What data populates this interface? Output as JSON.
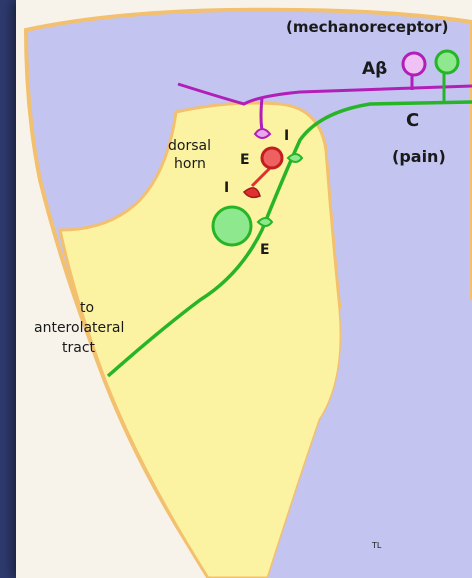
{
  "labels": {
    "mechanoreceptor": "(mechanoreceptor)",
    "a_beta": "Aβ",
    "c_fiber": "C",
    "pain": "(pain)",
    "dorsal": "dorsal",
    "horn": "horn",
    "excitatory_top": "E",
    "inhibitory_top": "I",
    "inhibitory_interneuron": "I",
    "excitatory_bottom": "E",
    "to": "to",
    "anterolateral": "anterolateral",
    "tract": "tract",
    "initials": "TL"
  },
  "colors": {
    "background": "#2e3a6e",
    "panel": "#f7f3ea",
    "white_matter": "#c3c4f0",
    "gray_matter": "#fbf3a2",
    "outline": "#f2c06e",
    "a_beta_fiber": "#b11fb8",
    "c_fiber": "#27b527",
    "projection_neuron": "#8ee88e",
    "interneuron": "#e03030"
  }
}
